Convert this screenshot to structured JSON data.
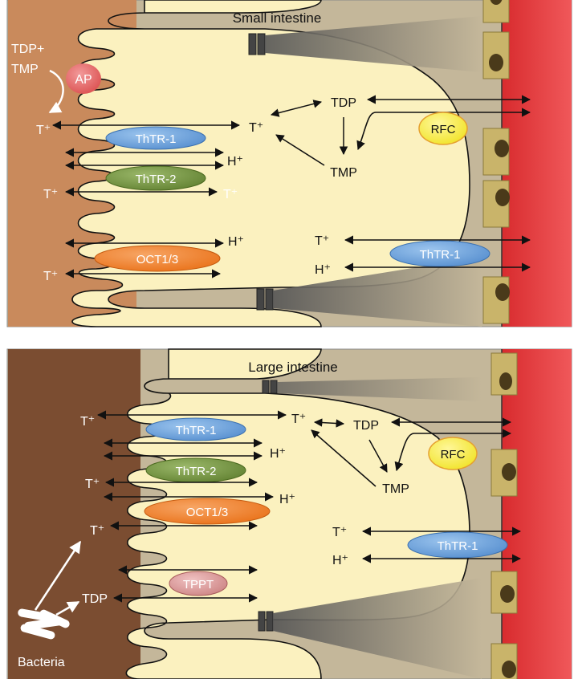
{
  "panels": [
    {
      "title": "Small intestine",
      "lumen_color": "#c98a5c",
      "labels": {
        "tdp_tmp": [
          "TDP+",
          "TMP"
        ],
        "t_lumen_1": "T⁺",
        "t_lumen_2": "T⁺",
        "t_lumen_3": "T⁺",
        "h_1": "H⁺",
        "h_2": "H⁺",
        "t_cell": "T⁺",
        "t_cell_2": "T⁺",
        "tdp": "TDP",
        "tmp": "TMP",
        "t_baso": "T⁺",
        "h_baso": "H⁺"
      },
      "transporters": {
        "ap": "AP",
        "thtr1": "ThTR-1",
        "thtr2": "ThTR-2",
        "oct": "OCT1/3",
        "rfc": "RFC",
        "thtr1_baso": "ThTR-1"
      }
    },
    {
      "title": "Large intestine",
      "lumen_color": "#7b4d31",
      "labels": {
        "t_lumen_1": "T⁺",
        "t_lumen_2": "T⁺",
        "t_lumen_3": "T⁺",
        "h_1": "H⁺",
        "h_2": "H⁺",
        "t_cell": "T⁺",
        "tdp": "TDP",
        "tmp": "TMP",
        "t_baso": "T⁺",
        "h_baso": "H⁺",
        "tdp_bacteria": "TDP",
        "bacteria": "Bacteria"
      },
      "transporters": {
        "thtr1": "ThTR-1",
        "thtr2": "ThTR-2",
        "oct": "OCT1/3",
        "tppt": "TPPT",
        "rfc": "RFC",
        "thtr1_baso": "ThTR-1"
      }
    }
  ],
  "colors": {
    "cell": "#fbf1bf",
    "interstitium": "#c4b79a",
    "blood": "#e2393a",
    "thtr1": "#5f9bd8",
    "thtr2": "#6e8f3a",
    "oct": "#ee7a23",
    "rfc": "#f3e826",
    "ap": "#dd5a5c",
    "tppt": "#d59090"
  }
}
